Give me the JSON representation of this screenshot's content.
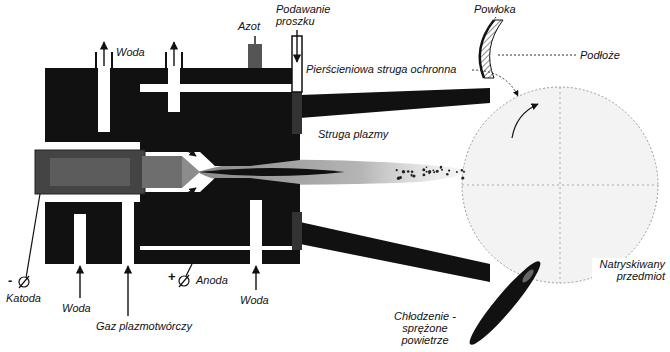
{
  "diagram": {
    "labels": [
      "Woda",
      "Azot",
      "Podawanie proszku",
      "Powłoka",
      "Podłoże",
      "Pierścieniowa struga ochronna",
      "Struga plazmy",
      "-",
      "Katoda",
      "Woda",
      "+",
      "Anoda",
      "Woda",
      "Gaz plazmotwórczy",
      "Natryskiwany przedmiot",
      "Chłodzenie - sprężone powietrze"
    ]
  }
}
